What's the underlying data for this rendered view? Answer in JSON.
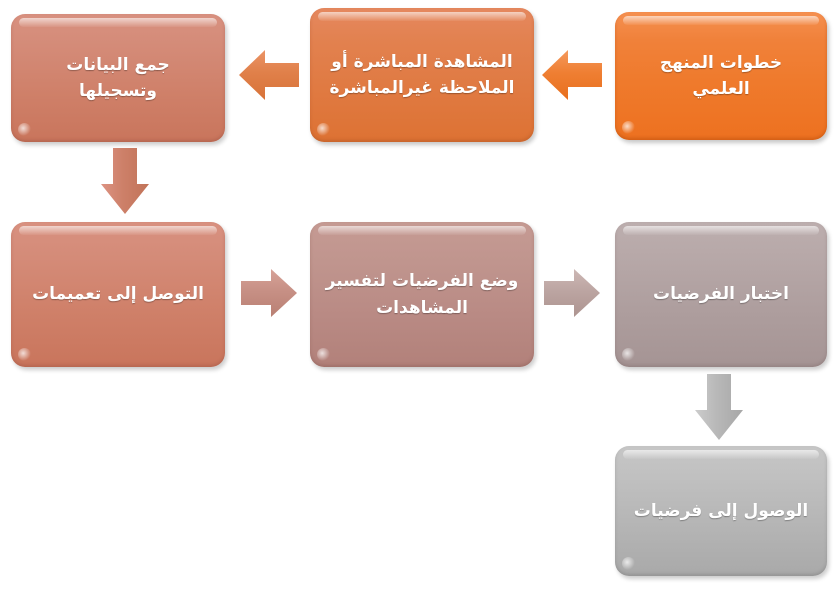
{
  "diagram": {
    "title": "خطوات المنهج العلمي",
    "direction": "rtl",
    "nodes": [
      {
        "id": "n1",
        "label": "خطوات المنهج العلمي",
        "color": "#ed7424",
        "style": "orange-bright"
      },
      {
        "id": "n2",
        "label": "المشاهدة المباشرة أو الملاحظة غيرالمباشرة",
        "color": "#dd7233",
        "style": "orange-muted"
      },
      {
        "id": "n3",
        "label": "جمع البيانات وتسجيلها",
        "color": "#c9755c",
        "style": "salmon"
      },
      {
        "id": "n4",
        "label": "التوصل إلى تعميمات",
        "color": "#c9755c",
        "style": "salmon"
      },
      {
        "id": "n5",
        "label": "وضع الفرضيات لتفسير المشاهدات",
        "color": "#b2817a",
        "style": "rose"
      },
      {
        "id": "n6",
        "label": "اختبار الفرضيات",
        "color": "#a59494",
        "style": "mauve"
      },
      {
        "id": "n7",
        "label": "الوصول إلى فرضيات",
        "color": "#a9a9a9",
        "style": "gray"
      }
    ],
    "arrows": [
      {
        "id": "a1",
        "from": "n1",
        "to": "n2",
        "direction": "left",
        "color": "#ef7f33"
      },
      {
        "id": "a2",
        "from": "n2",
        "to": "n3",
        "direction": "left",
        "color": "#e0804a"
      },
      {
        "id": "a3",
        "from": "n3",
        "to": "n4",
        "direction": "down",
        "color": "#cd8069"
      },
      {
        "id": "a4",
        "from": "n4",
        "to": "n5",
        "direction": "right",
        "color": "#c79085"
      },
      {
        "id": "a5",
        "from": "n5",
        "to": "n6",
        "direction": "right",
        "color": "#bca5a2"
      },
      {
        "id": "a6",
        "from": "n6",
        "to": "n7",
        "direction": "down",
        "color": "#b8b8b8"
      }
    ]
  }
}
